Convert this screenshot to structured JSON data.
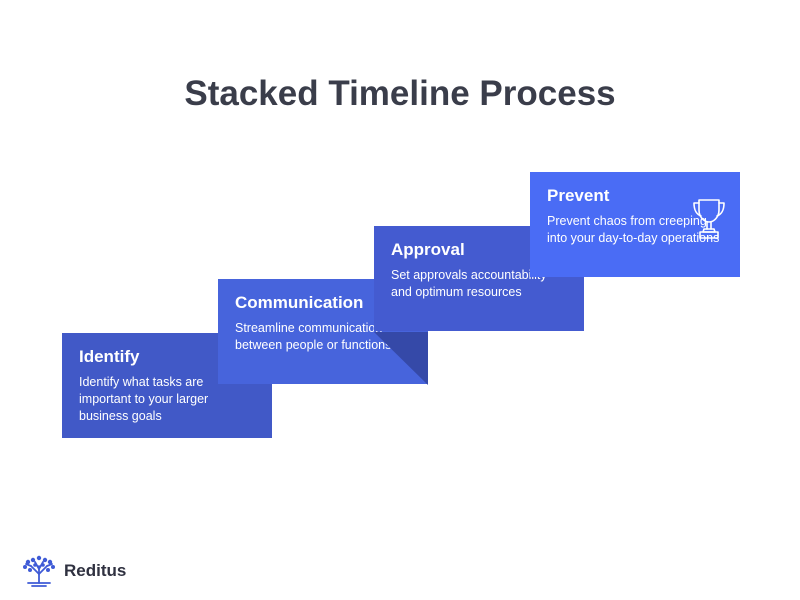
{
  "title": "Stacked Timeline Process",
  "steps": [
    {
      "title": "Identify",
      "description": "Identify what tasks are important to your larger business goals"
    },
    {
      "title": "Communication",
      "description": "Streamline communication between people or functions"
    },
    {
      "title": "Approval",
      "description": "Set approvals accountability and optimum  resources"
    },
    {
      "title": "Prevent",
      "description": "Prevent chaos from creeping into your day-to-day operations"
    }
  ],
  "icons": {
    "step4": "trophy-icon",
    "brand": "tree-logo-icon"
  },
  "brand": {
    "name": "Reditus"
  },
  "colors": {
    "title": "#3a3d4a",
    "step1": "#4159c7",
    "step2": "#4764dc",
    "step3": "#445bd0",
    "step4": "#4a6cf5",
    "fold": "#3549a8",
    "logo": "#3f5bd6"
  }
}
